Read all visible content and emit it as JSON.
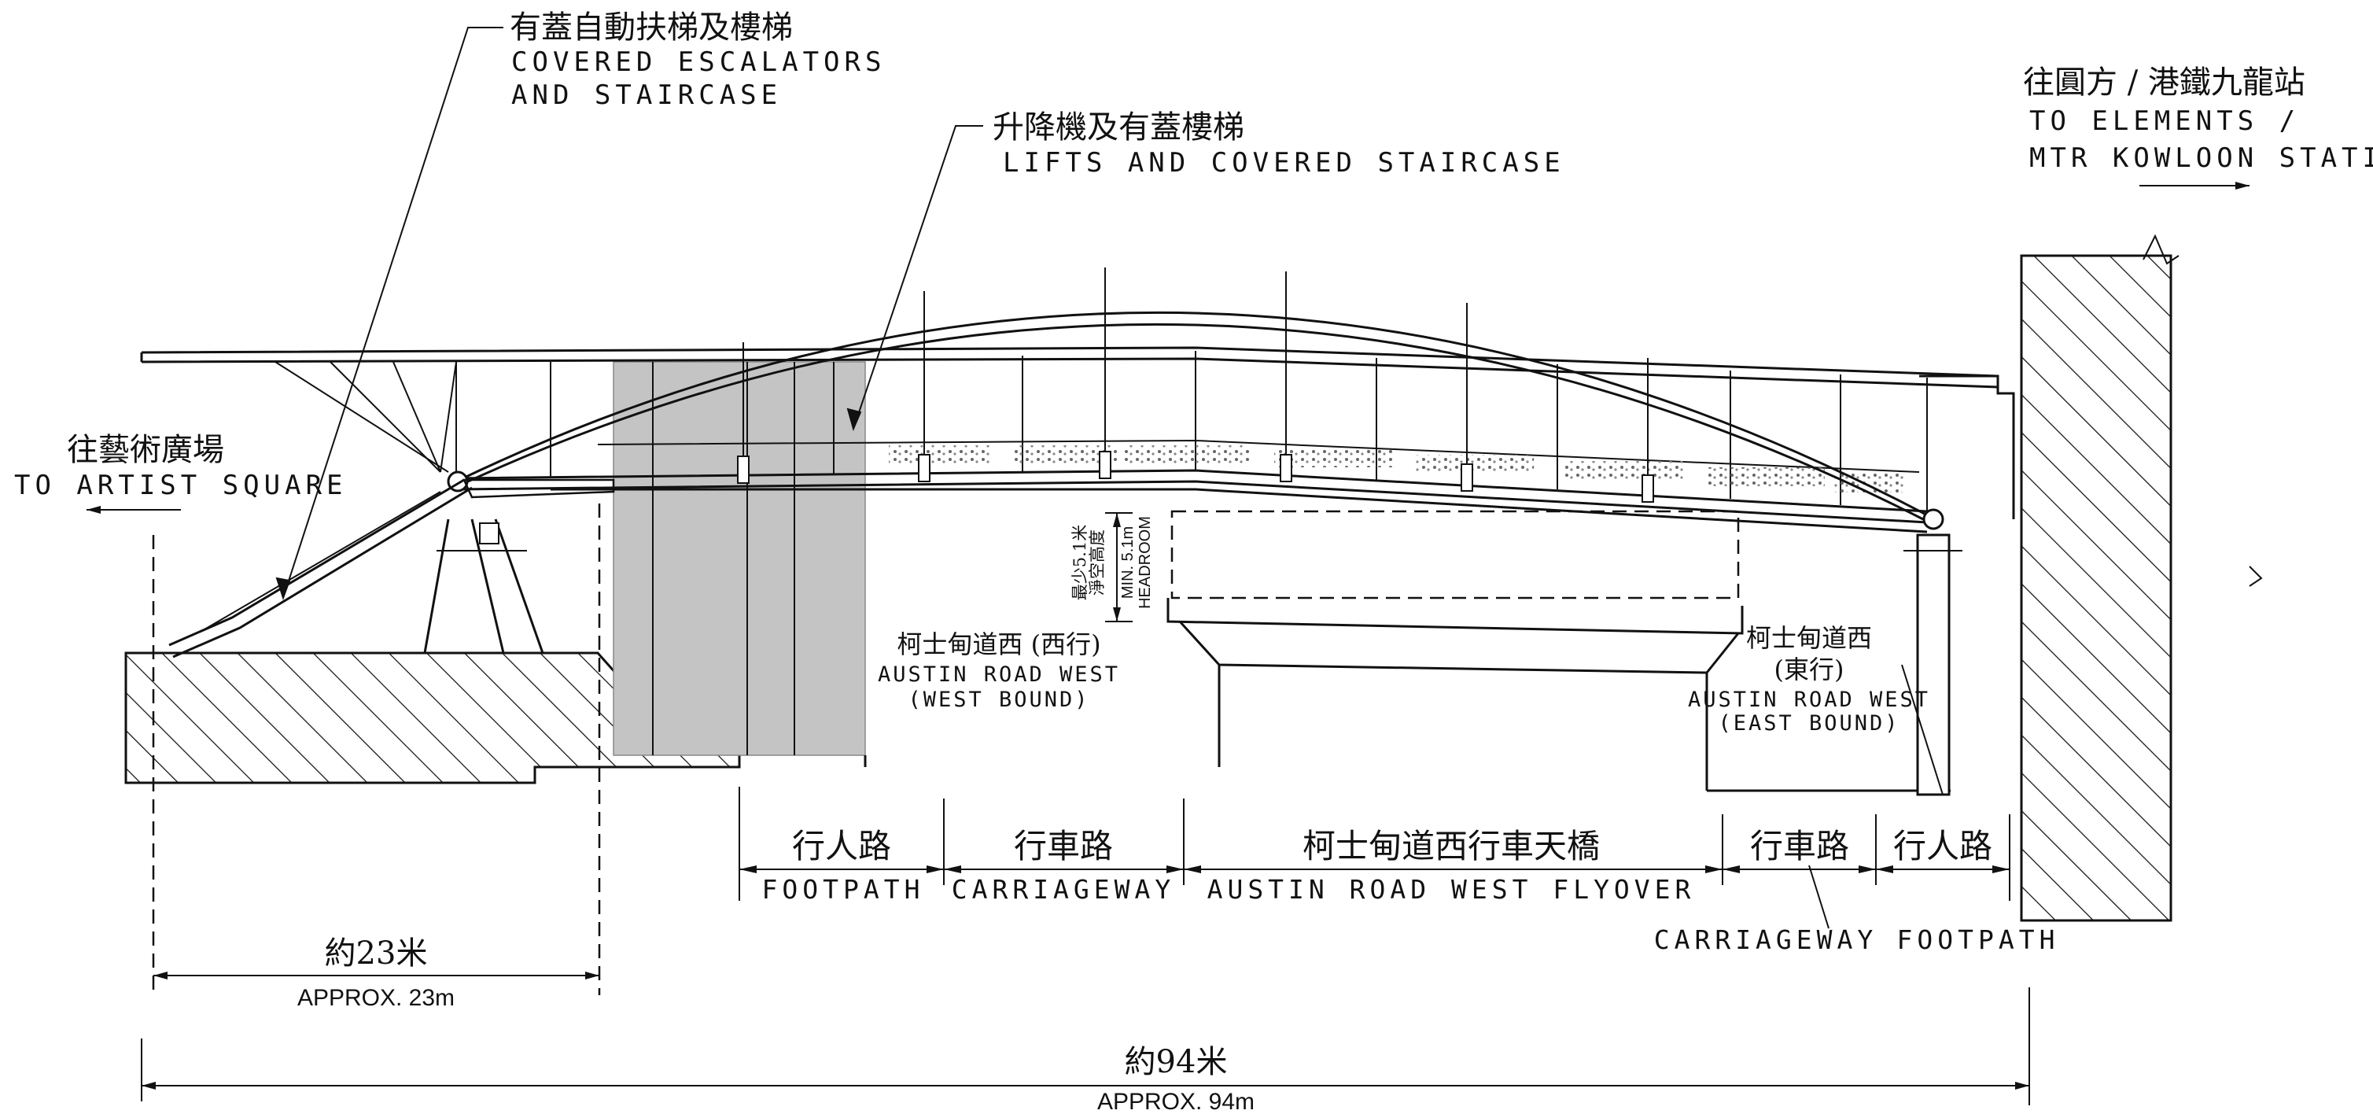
{
  "labels": {
    "escalators_cn": "有蓋自動扶梯及樓梯",
    "escalators_en_1": "COVERED ESCALATORS",
    "escalators_en_2": "AND STAIRCASE",
    "lifts_cn": "升降機及有蓋樓梯",
    "lifts_en": "LIFTS AND COVERED STAIRCASE",
    "elements_cn": "往圓方 / 港鐵九龍站",
    "elements_en_1": "TO ELEMENTS /",
    "elements_en_2": "MTR KOWLOON STATION",
    "artist_cn": "往藝術廣場",
    "artist_en": "TO ARTIST SQUARE",
    "headroom_cn_1": "最少5.1米",
    "headroom_cn_2": "淨空高度",
    "headroom_en_1": "MIN. 5.1m",
    "headroom_en_2": "HEADROOM",
    "westbound_cn": "柯士甸道西 (西行)",
    "westbound_en_1": "AUSTIN ROAD WEST",
    "westbound_en_2": "(WEST BOUND)",
    "eastbound_cn_1": "柯士甸道西",
    "eastbound_cn_2": "(東行)",
    "eastbound_en_1": "AUSTIN ROAD WEST",
    "eastbound_en_2": "(EAST BOUND)"
  },
  "sections": {
    "footpath_left_cn": "行人路",
    "footpath_left_en": "FOOTPATH",
    "carriageway_left_cn": "行車路",
    "carriageway_left_en": "CARRIAGEWAY",
    "flyover_cn": "柯士甸道西行車天橋",
    "flyover_en": "AUSTIN ROAD WEST FLYOVER",
    "carriageway_right_cn": "行車路",
    "carriageway_right_en": "CARRIAGEWAY",
    "footpath_right_cn": "行人路",
    "footpath_right_en": "FOOTPATH"
  },
  "dimensions": {
    "short_cn": "約23米",
    "short_en": "APPROX. 23m",
    "long_cn": "約94米",
    "long_en": "APPROX. 94m"
  }
}
